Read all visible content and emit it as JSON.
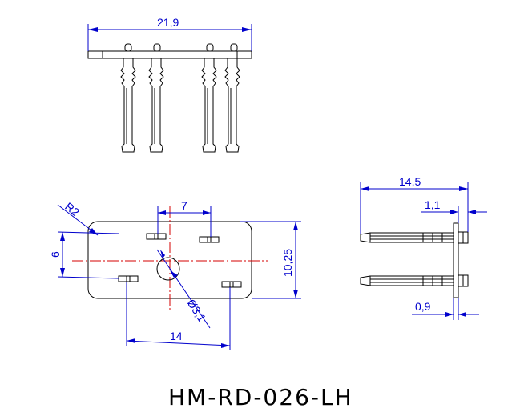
{
  "title": "HM-RD-026-LH",
  "top_view": {
    "width_dim": "21,9"
  },
  "front_view": {
    "radius_dim": "R2",
    "pin_pitch_dim": "7",
    "row_spacing_dim": "6",
    "height_dim": "10,25",
    "hole_dim": "Ø3,1",
    "pin_span_dim": "14"
  },
  "side_view": {
    "length_dim": "14,5",
    "head_dim": "1,1",
    "plate_dim": "0,9"
  },
  "colors": {
    "outline": "#000000",
    "dimension": "#0000cc",
    "centerline": "#d40000"
  }
}
